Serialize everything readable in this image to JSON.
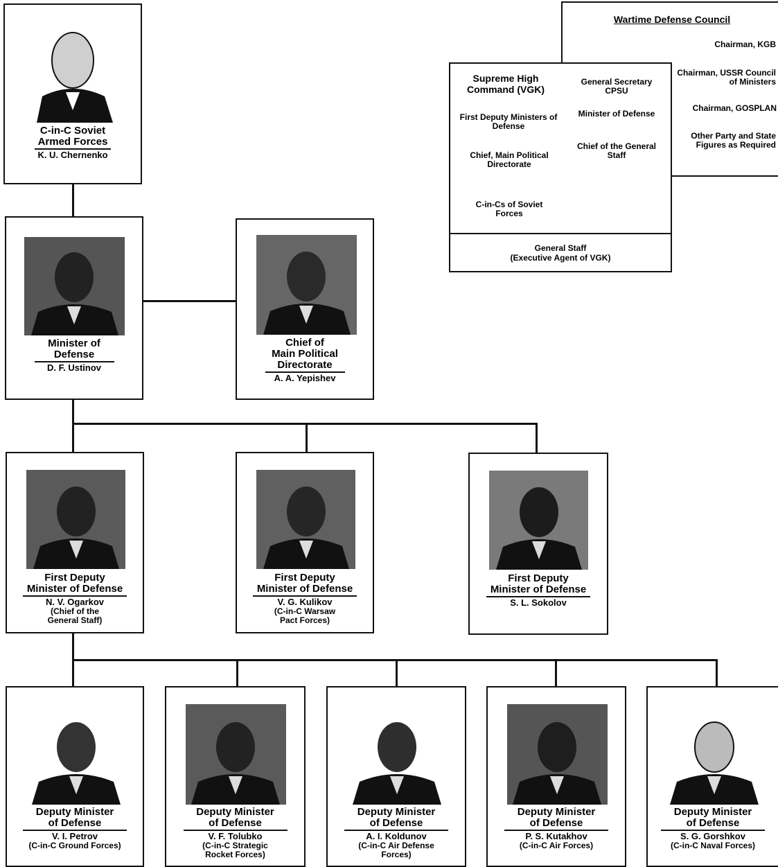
{
  "top": {
    "photo": "portrait-photo",
    "title_line1": "C-in-C Soviet",
    "title_line2": "Armed Forces",
    "name": "K. U. Chernenko"
  },
  "row2": [
    {
      "title_lines": [
        "Minister of",
        "Defense"
      ],
      "name": "D. F. Ustinov"
    },
    {
      "title_lines": [
        "Chief of",
        "Main Political",
        "Directorate"
      ],
      "name": "A. A. Yepishev"
    }
  ],
  "row3": [
    {
      "title_lines": [
        "First Deputy",
        "Minister of Defense"
      ],
      "name": "N. V. Ogarkov",
      "extra": [
        "(Chief of the",
        "General Staff)"
      ]
    },
    {
      "title_lines": [
        "First Deputy",
        "Minister of Defense"
      ],
      "name": "V. G. Kulikov",
      "extra": [
        "(C-in-C Warsaw",
        "Pact Forces)"
      ]
    },
    {
      "title_lines": [
        "First Deputy",
        "Minister of Defense"
      ],
      "name": "S. L. Sokolov",
      "extra": []
    }
  ],
  "row4": [
    {
      "title_lines": [
        "Deputy Minister",
        "of Defense"
      ],
      "name": "V. I. Petrov",
      "extra": [
        "(C-in-C Ground Forces)"
      ]
    },
    {
      "title_lines": [
        "Deputy Minister",
        "of Defense"
      ],
      "name": "V. F. Tolubko",
      "extra": [
        "(C-in-C Strategic",
        "Rocket Forces)"
      ]
    },
    {
      "title_lines": [
        "Deputy Minister",
        "of Defense"
      ],
      "name": "A. I. Koldunov",
      "extra": [
        "(C-in-C Air Defense",
        "Forces)"
      ]
    },
    {
      "title_lines": [
        "Deputy Minister",
        "of Defense"
      ],
      "name": "P. S. Kutakhov",
      "extra": [
        "(C-in-C Air Forces)"
      ]
    },
    {
      "title_lines": [
        "Deputy Minister",
        "of Defense"
      ],
      "name": "S. G. Gorshkov",
      "extra": [
        "(C-in-C Naval Forces)"
      ]
    }
  ],
  "council": {
    "title": "Wartime Defense Council",
    "items": [
      "Chairman, KGB",
      "Chairman, USSR Council of Ministers",
      "Chairman, GOSPLAN",
      "Other Party and State Figures as Required"
    ]
  },
  "vgk": {
    "title": "Supreme High Command (VGK)",
    "items": [
      "First Deputy Ministers of Defense",
      "Chief, Main Political Directorate",
      "C-in-Cs of Soviet Forces"
    ],
    "overlap_items": [
      "General Secretary CPSU",
      "Minister of Defense",
      "Chief of the General Staff"
    ]
  },
  "general_staff": {
    "line1": "General Staff",
    "line2": "(Executive Agent of VGK)"
  }
}
